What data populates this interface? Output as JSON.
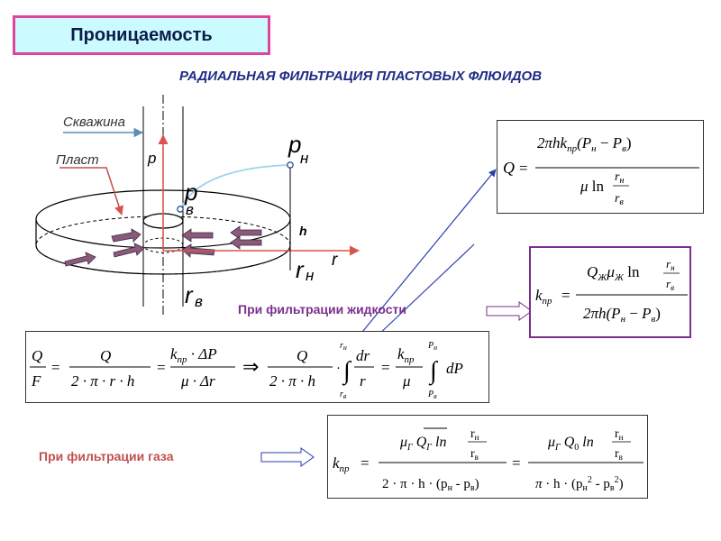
{
  "page": {
    "title": "Проницаемость",
    "subtitle": "РАДИАЛЬНАЯ ФИЛЬТРАЦИЯ ПЛАСТОВЫХ ФЛЮИДОВ",
    "liquid_label": "При фильтрации жидкости",
    "gas_label": "При фильтрации газа"
  },
  "diagram": {
    "well_label": "Скважина",
    "layer_label": "Пласт",
    "p_axis": "p",
    "r_axis": "r",
    "h_label": "h",
    "pn_base": "p",
    "pn_sub": "н",
    "pv_base": "p",
    "pv_sub": "в",
    "rn_base": "r",
    "rn_sub": "н",
    "rv_base": "r",
    "rv_sub": "в"
  },
  "formulas": {
    "main": "Q = 2πhk_пр(P_н − P_в) / (μ ln(r_н/r_в))",
    "liquid": "k_пр = Q_Ж μ_Ж ln(r_н/r_в) / (2πh(P_н − P_в))",
    "derivation": "Q/F = Q/(2·π·r·h) = k_пр·ΔP/(μ·Δr) ⇒ Q/(2·π·h)·∫dr/r = k_пр/μ ∫dP",
    "gas": "k_пр = μ_Г Q̄_Г ln(r_н/r_в)/(2·π·h·(p_н − p_в)) = μ_Г Q_0 ln(r_н/r_в)/(π·h·(p_н² − p_в²))"
  },
  "colors": {
    "title_bg": "#ccfbff",
    "title_border": "#e0459c",
    "liquid_box_border": "#7a2f8e",
    "arrow_fill": "#8b5a7a",
    "curve": "#9fd3ee"
  }
}
